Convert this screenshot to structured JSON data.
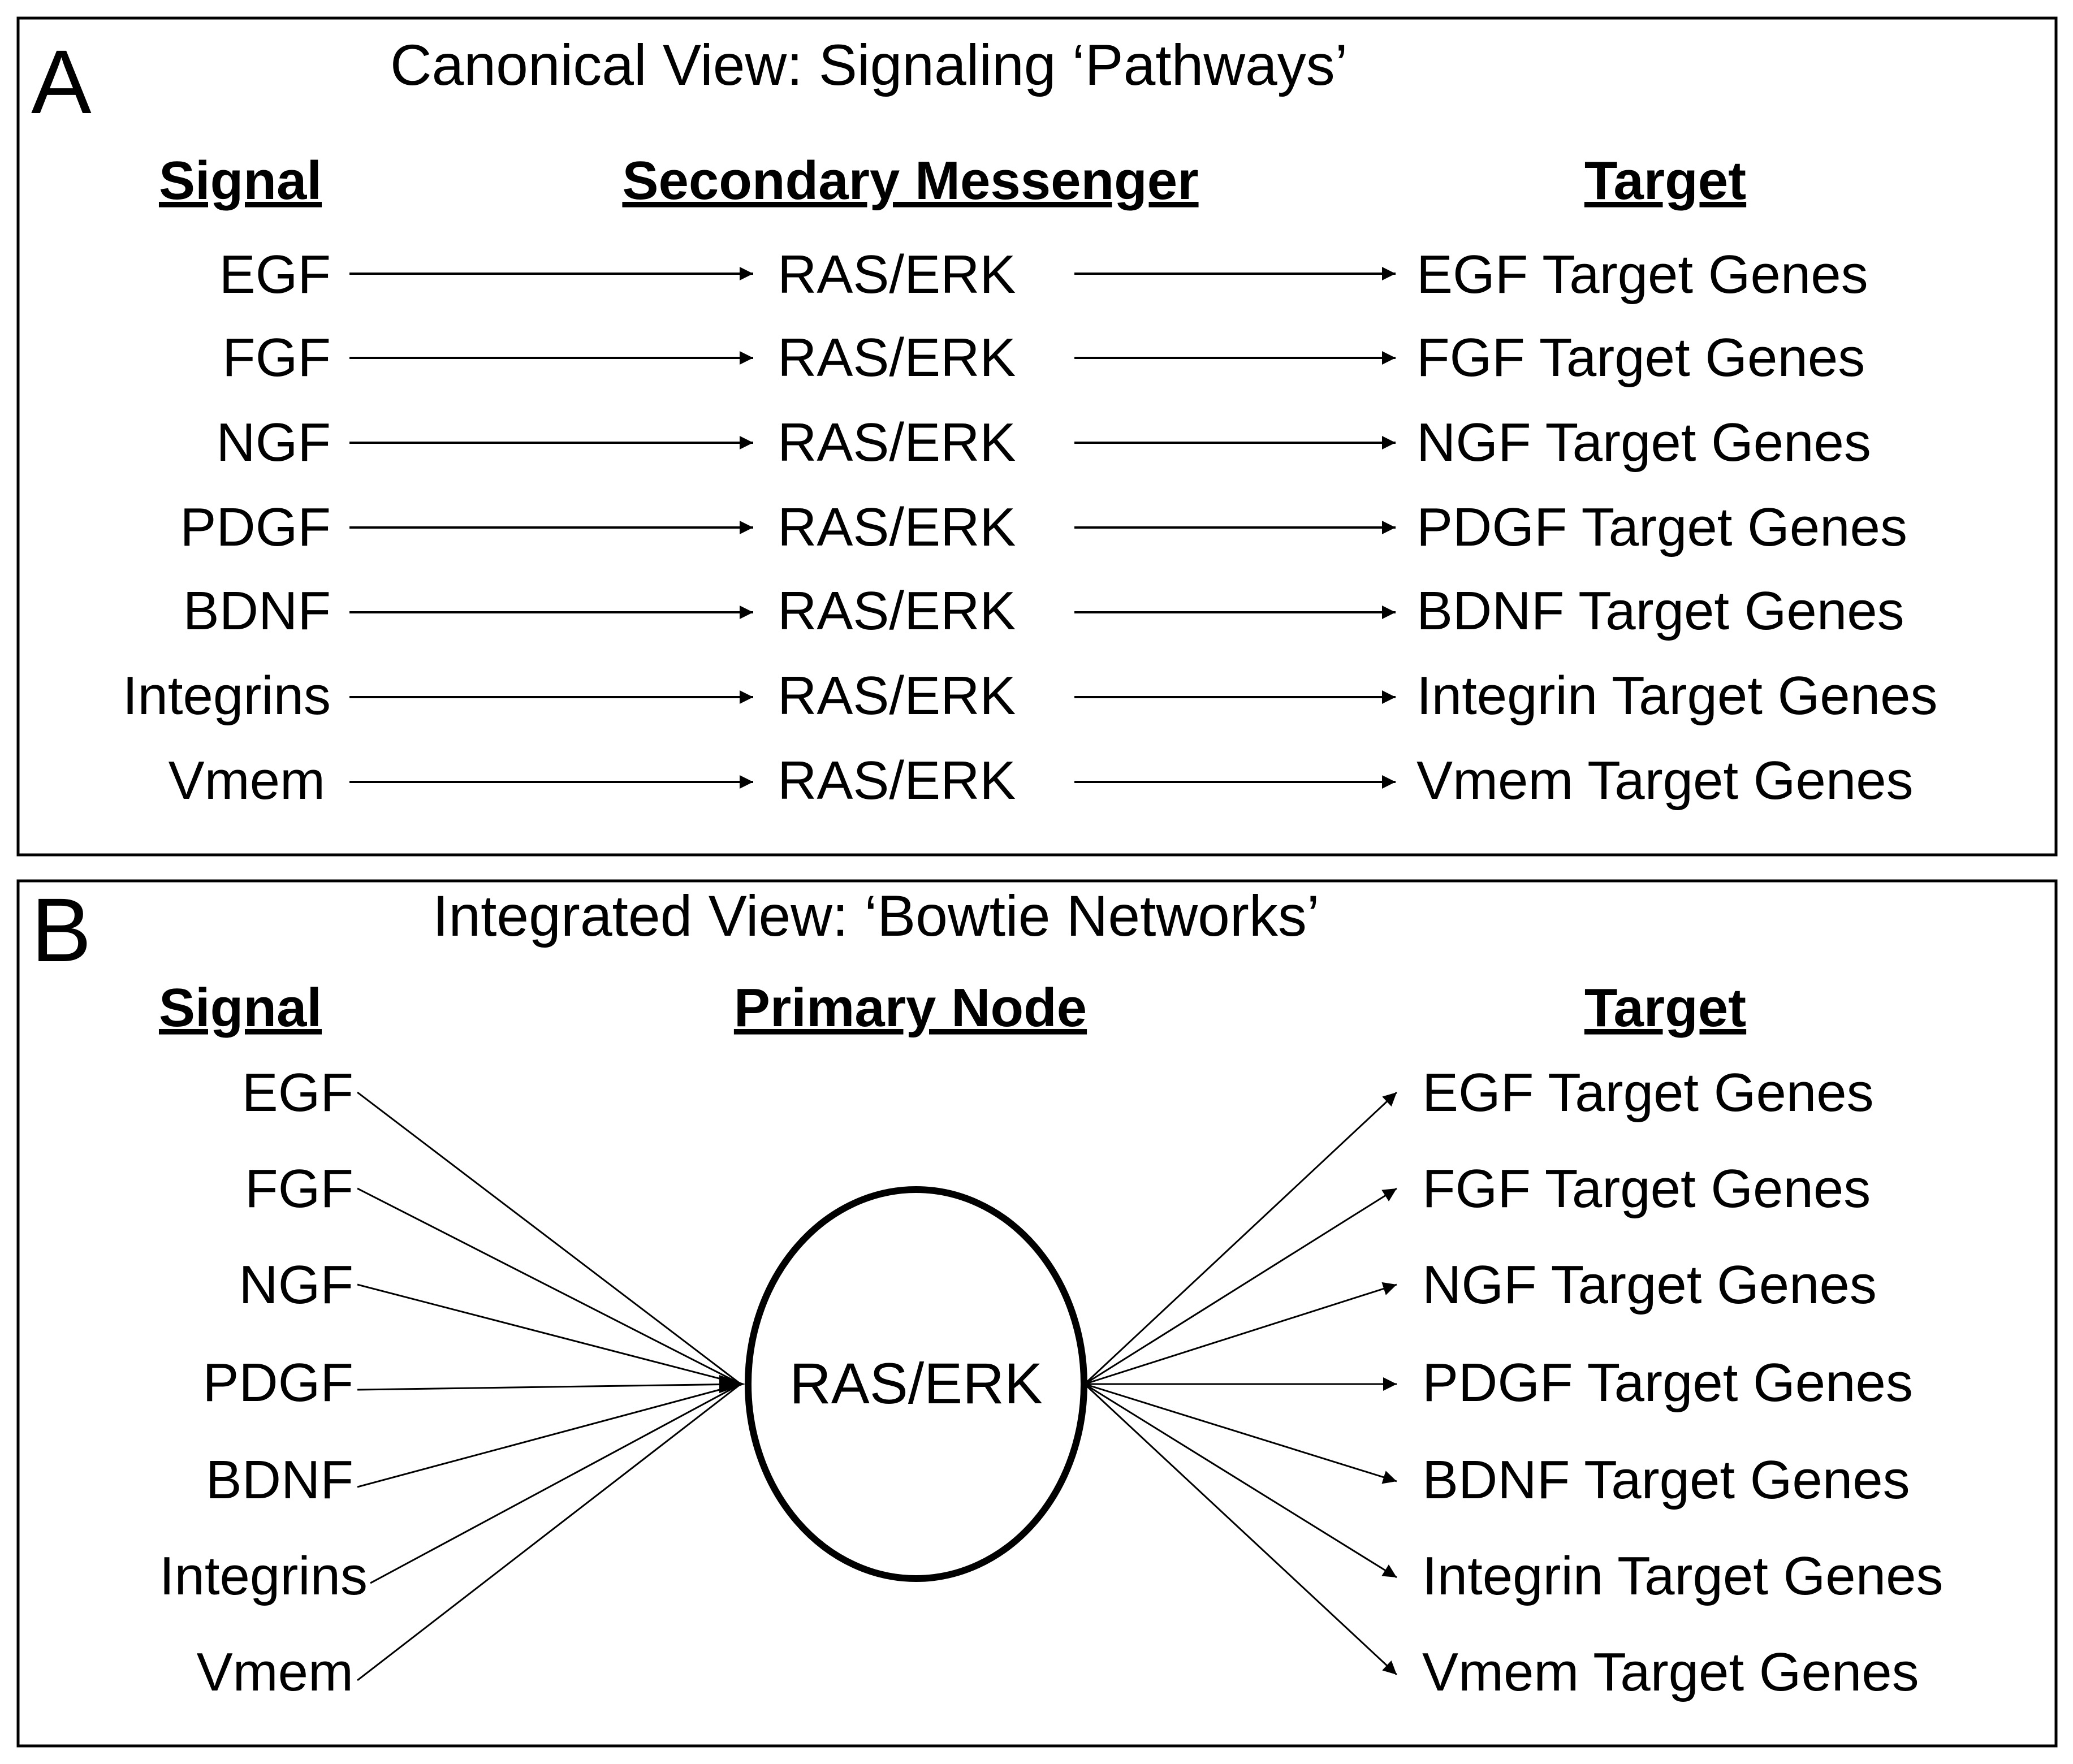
{
  "panel_a": {
    "letter": "A",
    "title": "Canonical View:   Signaling ‘Pathways’",
    "headers": {
      "signal": "Signal",
      "middle": "Secondary Messenger",
      "target": "Target"
    },
    "rows": [
      {
        "signal": "EGF",
        "messenger": "RAS/ERK",
        "target": "EGF Target Genes"
      },
      {
        "signal": "FGF",
        "messenger": "RAS/ERK",
        "target": "FGF Target Genes"
      },
      {
        "signal": "NGF",
        "messenger": "RAS/ERK",
        "target": "NGF Target Genes"
      },
      {
        "signal": "PDGF",
        "messenger": "RAS/ERK",
        "target": "PDGF Target Genes"
      },
      {
        "signal": "BDNF",
        "messenger": "RAS/ERK",
        "target": "BDNF Target Genes"
      },
      {
        "signal": "Integrins",
        "messenger": "RAS/ERK",
        "target": "Integrin Target Genes"
      },
      {
        "signal": "Vmem",
        "messenger": "RAS/ERK",
        "target": "Vmem Target Genes"
      }
    ]
  },
  "panel_b": {
    "letter": "B",
    "title": "Integrated View:  ‘Bowtie Networks’",
    "headers": {
      "signal": "Signal",
      "middle": "Primary Node",
      "target": "Target"
    },
    "node": "RAS/ERK",
    "signals": [
      "EGF",
      "FGF",
      "NGF",
      "PDGF",
      "BDNF",
      "Integrins",
      "Vmem"
    ],
    "targets": [
      "EGF Target Genes",
      "FGF Target Genes",
      "NGF Target Genes",
      "PDGF Target Genes",
      "BDNF Target Genes",
      "Integrin Target Genes",
      "Vmem Target Genes"
    ]
  }
}
